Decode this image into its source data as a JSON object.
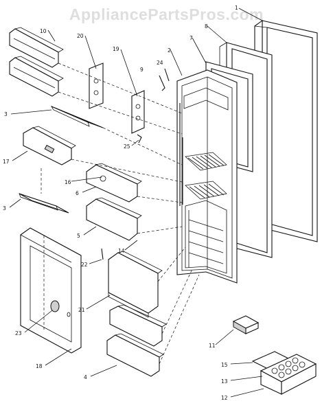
{
  "watermark": "AppliancePartsPros.com",
  "callouts": [
    {
      "id": "c1",
      "text": "1"
    },
    {
      "id": "c2",
      "text": "2"
    },
    {
      "id": "c3a",
      "text": "3"
    },
    {
      "id": "c3b",
      "text": "3"
    },
    {
      "id": "c4",
      "text": "4"
    },
    {
      "id": "c5",
      "text": "5"
    },
    {
      "id": "c6",
      "text": "6"
    },
    {
      "id": "c7",
      "text": "7"
    },
    {
      "id": "c8",
      "text": "8"
    },
    {
      "id": "c9",
      "text": "9"
    },
    {
      "id": "c10",
      "text": "10"
    },
    {
      "id": "c11",
      "text": "11"
    },
    {
      "id": "c12",
      "text": "12"
    },
    {
      "id": "c13",
      "text": "13"
    },
    {
      "id": "c14",
      "text": "14"
    },
    {
      "id": "c15",
      "text": "15"
    },
    {
      "id": "c16",
      "text": "16"
    },
    {
      "id": "c17",
      "text": "17"
    },
    {
      "id": "c18",
      "text": "18"
    },
    {
      "id": "c19",
      "text": "19"
    },
    {
      "id": "c20",
      "text": "20"
    },
    {
      "id": "c21",
      "text": "21"
    },
    {
      "id": "c22",
      "text": "22"
    },
    {
      "id": "c23",
      "text": "23"
    },
    {
      "id": "c24",
      "text": "24"
    },
    {
      "id": "c25",
      "text": "25"
    }
  ]
}
